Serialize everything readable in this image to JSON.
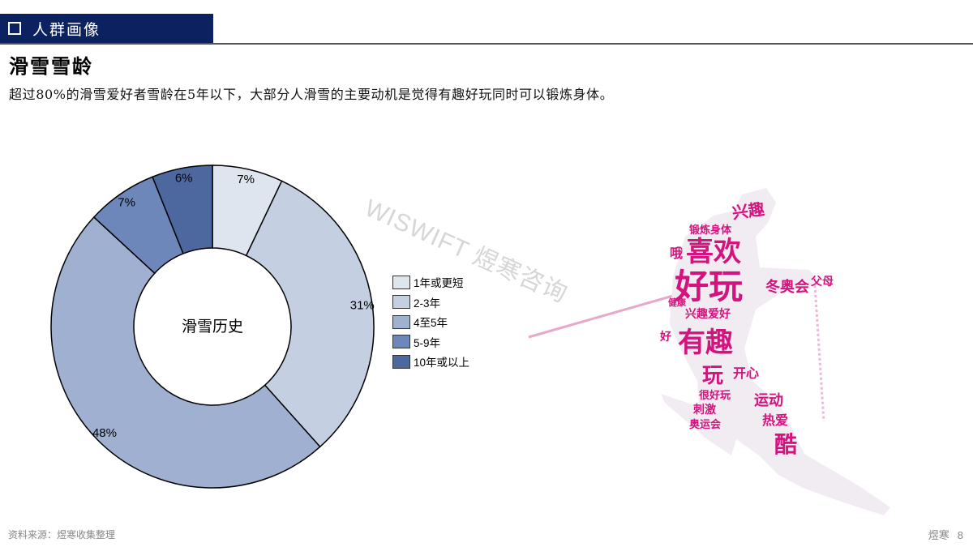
{
  "header": {
    "section_title": "人群画像",
    "title": "滑雪雪龄",
    "subtitle": "超过80%的滑雪爱好者雪龄在5年以下，大部分人滑雪的主要动机是觉得有趣好玩同时可以锻炼身体。"
  },
  "watermark": "WISWIFT 煜寒咨询",
  "chart_data": {
    "type": "pie",
    "donut": true,
    "center_label": "滑雪历史",
    "categories": [
      "1年或更短",
      "2-3年",
      "4至5年",
      "5-9年",
      "10年或以上"
    ],
    "values": [
      7,
      31,
      48,
      7,
      6
    ],
    "labels": [
      "7%",
      "31%",
      "48%",
      "7%",
      "6%"
    ],
    "colors": [
      "#dfe5ef",
      "#c5cfe2",
      "#9fb0d0",
      "#6e87ba",
      "#4d689e"
    ],
    "legend_position": "right"
  },
  "wordcloud": {
    "color": "#d3147e",
    "words": [
      "好玩",
      "喜欢",
      "有趣",
      "玩",
      "兴趣",
      "冬奥会",
      "父母",
      "兴趣爱好",
      "开心",
      "运动",
      "热爱",
      "酷",
      "哦",
      "锻炼身体",
      "刺激",
      "奥运会",
      "很好玩",
      "健康",
      "好"
    ]
  },
  "footer": {
    "source": "资料来源：煜寒收集整理",
    "brand": "煜寒",
    "page": "8"
  }
}
